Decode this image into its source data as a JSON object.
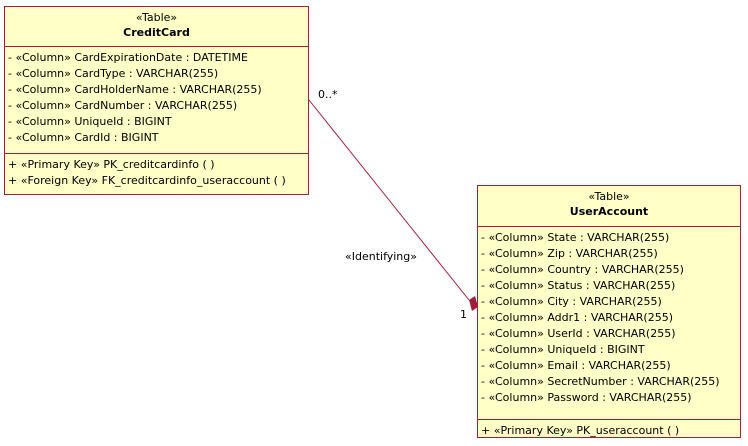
{
  "credit_card": {
    "stereotype": "«Table»",
    "name": "CreditCard",
    "attributes": [
      "- «Column» CardExpirationDate : DATETIME",
      "- «Column» CardType : VARCHAR(255)",
      "- «Column» CardHolderName : VARCHAR(255)",
      "- «Column» CardNumber : VARCHAR(255)",
      "- «Column» UniqueId : BIGINT",
      "- «Column» CardId : BIGINT"
    ],
    "operations": [
      "+ «Primary Key» PK_creditcardinfo  (  )",
      "+ «Foreign Key» FK_creditcardinfo_useraccount  (  )"
    ]
  },
  "user_account": {
    "stereotype": "«Table»",
    "name": "UserAccount",
    "attributes": [
      "- «Column» State : VARCHAR(255)",
      "- «Column» Zip : VARCHAR(255)",
      "- «Column» Country : VARCHAR(255)",
      "- «Column» Status : VARCHAR(255)",
      "- «Column» City : VARCHAR(255)",
      "- «Column» Addr1 : VARCHAR(255)",
      "- «Column» UserId : VARCHAR(255)",
      "- «Column» UniqueId : BIGINT",
      "- «Column» Email : VARCHAR(255)",
      "- «Column» SecretNumber : VARCHAR(255)",
      "- «Column» Password : VARCHAR(255)"
    ],
    "operations": [
      "+ «Primary Key» PK_useraccount  (  )"
    ]
  },
  "association": {
    "source_multiplicity": "0..*",
    "target_multiplicity": "1",
    "stereotype": "«Identifying»"
  },
  "colors": {
    "class_fill": "#ffffc8",
    "class_border": "#a0203c",
    "connector": "#a0203c"
  }
}
